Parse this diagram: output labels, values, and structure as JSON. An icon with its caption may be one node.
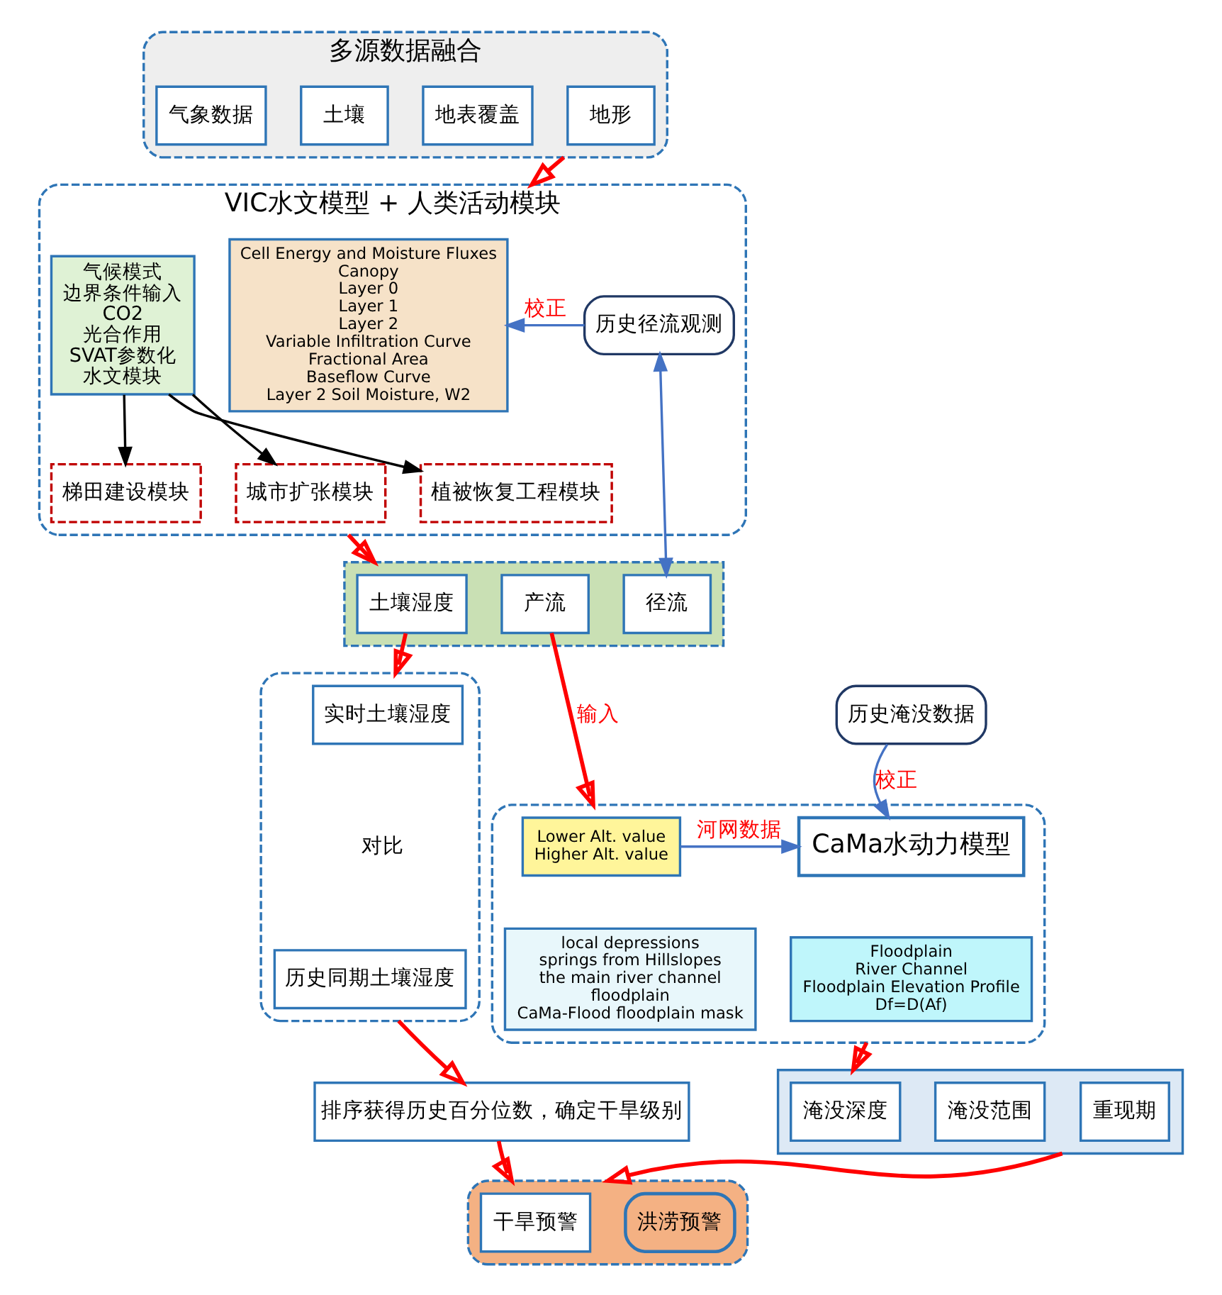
{
  "diagram": {
    "nodes": [
      {
        "text": [
          "多源数据融合"
        ]
      },
      {
        "text": [
          "气象数据"
        ],
        "in": 0
      },
      {
        "text": [
          "地表覆盖"
        ],
        "in": 0
      },
      {
        "text": [
          "土壤"
        ],
        "in": 0
      },
      {
        "text": [
          "地形"
        ],
        "in": 0
      },
      {
        "text": [
          "VIC水文模型 + 人类活动模块"
        ]
      },
      {
        "text": [
          "Cell Energy and Moisture Fluxes",
          "Canopy",
          "Layer 0",
          "Layer 1",
          "Layer 2",
          "Variable Infiltration Curve",
          "Fractional Area",
          "Baseflow Curve",
          "Layer 2 Soil Moisture, W2"
        ],
        "in": 5
      },
      {
        "text": [
          "历史径流观测"
        ],
        "in": 5
      },
      {
        "text": [
          "气候模式",
          "边界条件输入",
          "CO2",
          "光合作用",
          "SVAT参数化",
          "水文模块"
        ],
        "in": 5
      },
      {
        "text": [
          "植被恢复工程模块"
        ],
        "in": 5
      },
      {
        "text": [
          "梯田建设模块"
        ],
        "in": 5
      },
      {
        "text": [
          "城市扩张模块"
        ],
        "in": 5
      },
      {
        "text": [],
        "shape": "bar"
      },
      {
        "text": [
          "土壤湿度"
        ],
        "in": 12
      },
      {
        "text": [
          "径流"
        ],
        "in": 12
      },
      {
        "text": [
          "产流"
        ],
        "in": 12
      },
      {
        "text": [
          "历史淹没数据"
        ]
      },
      {
        "text": [],
        "shape": "box"
      },
      {
        "text": [
          "实时土壤湿度"
        ],
        "in": 17
      },
      {
        "text": [
          "历史同期土壤湿度"
        ],
        "in": 17
      },
      {
        "text": [
          "排序获得历史百分位数，确定干旱级别"
        ]
      },
      {
        "text": [],
        "shape": "box"
      },
      {
        "text": [
          "Lower Alt. value",
          "Higher Alt. value"
        ],
        "in": 21
      },
      {
        "text": [
          "CaMa水动力模型"
        ],
        "in": 21
      },
      {
        "text": [
          "local depressions",
          "springs from Hillslopes",
          "the main river channel",
          "floodplain",
          "CaMa-Flood floodplain mask"
        ],
        "in": 21
      },
      {
        "text": [
          "Floodplain",
          "River Channel",
          "Floodplain Elevation Profile",
          "Df=D(Af)"
        ],
        "in": 21
      },
      {
        "text": [],
        "shape": "bar"
      },
      {
        "text": [
          "淹没深度"
        ],
        "in": 26
      },
      {
        "text": [
          "淹没范围"
        ],
        "in": 26
      },
      {
        "text": [
          "重现期"
        ],
        "in": 26
      },
      {
        "text": [],
        "shape": "bar"
      },
      {
        "text": [
          "干旱预警"
        ],
        "in": 30
      },
      {
        "text": [
          "洪涝预警"
        ],
        "in": 30
      }
    ],
    "edges": [
      {
        "from": 0,
        "to": 5,
        "arrow": "to"
      },
      {
        "from": 7,
        "to": 6,
        "arrow": "to",
        "label": "校正",
        "color": "#4472c4"
      },
      {
        "from": 8,
        "to": 9,
        "arrow": "to",
        "color": "#000000"
      },
      {
        "from": 8,
        "to": 10,
        "arrow": "to",
        "color": "#000000"
      },
      {
        "from": 8,
        "to": 11,
        "arrow": "to",
        "color": "#000000"
      },
      {
        "from": 5,
        "to": 12,
        "arrow": "to"
      },
      {
        "from": 7,
        "to": 14,
        "arrow": "both",
        "color": "#4472c4"
      },
      {
        "from": 13,
        "to": 17,
        "arrow": "to"
      },
      {
        "from": 15,
        "to": 21,
        "arrow": "to",
        "label": "输入"
      },
      {
        "from": 16,
        "to": 23,
        "arrow": "to",
        "label": "校正",
        "color": "#4472c4"
      },
      {
        "from": 22,
        "to": 23,
        "arrow": "to",
        "label": "河网数据",
        "color": "#4472c4"
      },
      {
        "from": 17,
        "to": 20,
        "arrow": "to"
      },
      {
        "from": 21,
        "to": 26,
        "arrow": "to"
      },
      {
        "from": 20,
        "to": 30,
        "arrow": "to"
      },
      {
        "from": 26,
        "to": 30,
        "arrow": "to"
      }
    ],
    "labels": [
      "对比"
    ]
  }
}
